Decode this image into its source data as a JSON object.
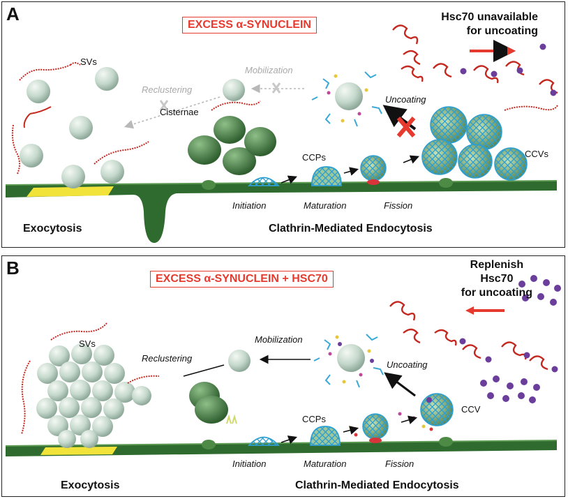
{
  "colors": {
    "accent_red": "#e63a2e",
    "membrane_green": "#2f6b2e",
    "vesicle": "#c4d8cb",
    "clathrin": "#3aa9d6",
    "hsc70": "#6b3e9c",
    "active_zone": "#f2e33a"
  },
  "panel_a": {
    "letter": "A",
    "banner": "EXCESS α-SYNUCLEIN",
    "note_line1": "Hsc70 unavailable",
    "note_line2": "for uncoating",
    "svs": "SVs",
    "cisternae": "Cisternae",
    "mobilization": "Mobilization",
    "reclustering": "Reclustering",
    "uncoating": "Uncoating",
    "ccps": "CCPs",
    "ccvs": "CCVs",
    "initiation": "Initiation",
    "maturation": "Maturation",
    "fission": "Fission",
    "exocytosis": "Exocytosis",
    "endocytosis": "Clathrin-Mediated Endocytosis"
  },
  "panel_b": {
    "letter": "B",
    "banner": "EXCESS α-SYNUCLEIN + HSC70",
    "note_line1": "Replenish",
    "note_line2": "Hsc70",
    "note_line3": "for uncoating",
    "svs": "SVs",
    "mobilization": "Mobilization",
    "reclustering": "Reclustering",
    "uncoating": "Uncoating",
    "ccps": "CCPs",
    "ccv": "CCV",
    "initiation": "Initiation",
    "maturation": "Maturation",
    "fission": "Fission",
    "exocytosis": "Exocytosis",
    "endocytosis": "Clathrin-Mediated Endocytosis"
  }
}
